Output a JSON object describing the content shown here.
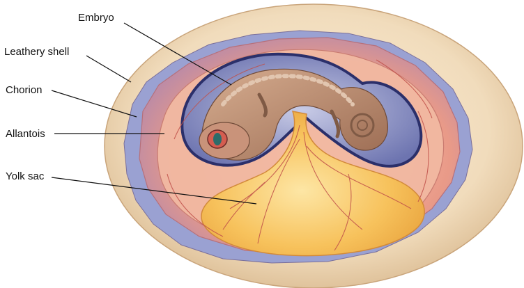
{
  "labels": {
    "embryo": "Embryo",
    "shell": "Leathery shell",
    "chorion": "Chorion",
    "allantois": "Allantois",
    "yolk": "Yolk sac"
  },
  "colors": {
    "shell": "#f3e2c6",
    "chorion": "#e79a8e",
    "allantois": "#f2bca6",
    "amnion_blue": "#8f97c9",
    "embryo": "#b98a6e",
    "yolk": "#f7c25c",
    "vessel": "#c0504a"
  }
}
